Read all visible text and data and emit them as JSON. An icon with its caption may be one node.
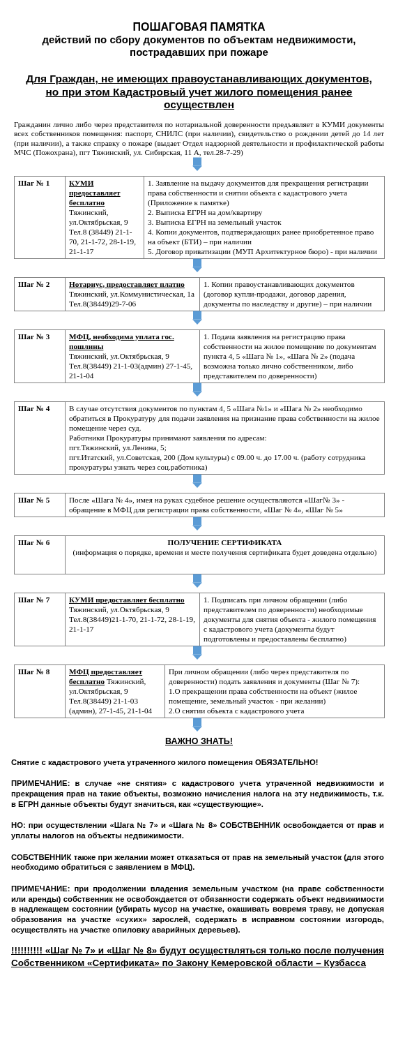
{
  "diagram": {
    "title": "ПОШАГОВАЯ ПАМЯТКА",
    "nodes": [
      {
        "text": [
          "Гражданин лично либо через представителя по нотариальной доверенности предъявляет в КУМИ документы всех собственников помещения: паспорт, СНИЛС (при наличии), свидетельство о рождении детей до 14 лет (при наличии), а также справку о пожаре (выдает Отдел надзорной деятельности и профилактической работы МЧС (Пожохрана), пгт Тяжинский, ул. Сибирская, 11 А, тел.28-7-29)"
        ]
      },
      {
        "text": [
          "Шаг № 1",
          "КУМИ предоставляет бесплатно",
          "Тяжинский, ул.Октябрьская, 9",
          "Тел.8 (38449) 21-1-70, 21-1-72, 28-1-19, 21-1-17",
          "1. Заявление на выдачу документов для прекращения регистрации права собственности и снятии объекта с кадастрового учета (Приложение к памятке)",
          "2. Выписка ЕГРН на дом/квартиру",
          "3. Выписка ЕГРН на земельный участок",
          "4. Копии документов, подтверждающих ранее приобретенное право на объект (БТИ) – при наличии",
          "5. Договор приватизации (МУП Архитектурное бюро) - при наличии"
        ]
      },
      {
        "text": [
          "Шаг № 2",
          "Нотариус, предоставляет платно",
          "Тяжинский, ул.Коммунистическая, 1а",
          "Тел.8(38449)29-7-06",
          "1. Копии правоустанавливающих документов (договор купли-продажи, договор дарения, документы по наследству и другие) – при наличии"
        ]
      },
      {
        "text": [
          "Шаг № 3",
          "МФЦ, необходима уплата гос. пошлины",
          "Тяжинский, ул.Октябрьская, 9",
          "Тел.8(38449) 21-1-03(админ) 27-1-45, 21-1-04",
          "1. Подача заявления на регистрацию права собственности на жилое помещение по документам пункта 4, 5 «Шага № 1», «Шага № 2» (подача возможна только лично собственником, либо представителем по доверенности)"
        ]
      },
      {
        "text": [
          "Шаг № 4",
          "В случае отсутствия документов по пунктам 4, 5 «Шага №1» и «Шага № 2» необходимо обратиться в Прокуратуру для подачи заявления на признание права собственности на жилое помещение через суд.",
          "Работники Прокуратуры принимают заявления по адресам:",
          "пгт.Тяжинский, ул.Ленина, 5;",
          "пгт.Итатский, ул.Советская, 200 (Дом культуры) с 09.00 ч. до 17.00 ч. (работу сотрудника прокуратуры узнать через соц.работника)"
        ]
      },
      {
        "text": [
          "Шаг № 5",
          "После «Шага № 4», имея на руках судебное решение осуществляются «Шаг№ 3» - обращение в МФЦ для регистрации права собственности, «Шаг № 4», «Шаг № 5»"
        ]
      },
      {
        "text": [
          "Шаг № 6",
          "ПОЛУЧЕНИЕ СЕРТИФИКАТА",
          "(информация о порядке, времени и месте получения сертификата будет доведена отдельно)"
        ]
      },
      {
        "text": [
          "Шаг № 7",
          "КУМИ предоставляет бесплатно",
          "Тяжинский, ул.Октябрьская, 9",
          "Тел.8(38449)21-1-70, 21-1-72, 28-1-19, 21-1-17",
          "1. Подписать при личном обращении (либо представителем по доверенности) необходимые документы для снятия объекта - жилого помещения с кадастрового учета (документы будут подготовлены и предоставлены бесплатно)"
        ]
      },
      {
        "text": [
          "Шаг № 8",
          "МФЦ предоставляет бесплатно",
          "Тяжинский, ул.Октябрьская, 9",
          "Тел.8(38449) 21-1-03 (админ), 27-1-45, 21-1-04",
          "При личном обращении (либо через представителя по доверенности) подать заявления и документы (Шаг № 7):",
          "1.О прекращении права собственности на объект (жилое помещение, земельный участок - при желании)",
          "2.О снятии объекта с кадастрового учета"
        ]
      },
      {
        "text": [
          "ВАЖНО ЗНАТЬ!"
        ]
      }
    ],
    "edges": [
      {
        "from": 0,
        "to": 1,
        "arrow": "to"
      },
      {
        "from": 1,
        "to": 2,
        "arrow": "to"
      },
      {
        "from": 2,
        "to": 3,
        "arrow": "to"
      },
      {
        "from": 3,
        "to": 4,
        "arrow": "to"
      },
      {
        "from": 4,
        "to": 5,
        "arrow": "to"
      },
      {
        "from": 5,
        "to": 6,
        "arrow": "to"
      },
      {
        "from": 6,
        "to": 7,
        "arrow": "to"
      },
      {
        "from": 7,
        "to": 8,
        "arrow": "to"
      },
      {
        "from": 8,
        "to": 9,
        "arrow": "to"
      }
    ],
    "labels": [
      "действий по сбору документов по объектам недвижимости, пострадавших при пожаре",
      "Для Граждан, не имеющих правоустанавливающих документов, но при этом Кадастровый учет жилого помещения ранее осуществлен",
      "Снятие с кадастрового учета утраченного жилого помещения ОБЯЗАТЕЛЬНО!",
      "ПРИМЕЧАНИЕ: в случае «не снятия» с кадастрового учета утраченной недвижимости и прекращения прав на такие объекты, возможно начисления налога на эту недвижимость, т.к. в ЕГРН данные объекты будут значиться, как «существующие».",
      "НО: при осуществлении «Шага № 7» и «Шага № 8» СОБСТВЕННИК освобождается от прав и уплаты налогов на объекты недвижимости.",
      "СОБСТВЕННИК также при желании может отказаться от прав на земельный участок (для этого необходимо обратиться с заявлением в МФЦ).",
      "ПРИМЕЧАНИЕ: при продолжении владения земельным участком (на праве собственности или аренды) собственник не освобождается от обязанности содержать объект недвижимости в надлежащем состоянии (убирать мусор на участке, окашивать вовремя траву, не допуская образования на участке «сухих» зарослей, содержать в исправном состоянии изгородь, осуществлять на участке опиловку аварийных деревьев).",
      "!!!!!!!!!! «Шаг № 7» и «Шаг № 8» будут осуществляться только после получения Собственником  «Сертификата» по Закону Кемеровской области – Кузбасса"
    ]
  }
}
